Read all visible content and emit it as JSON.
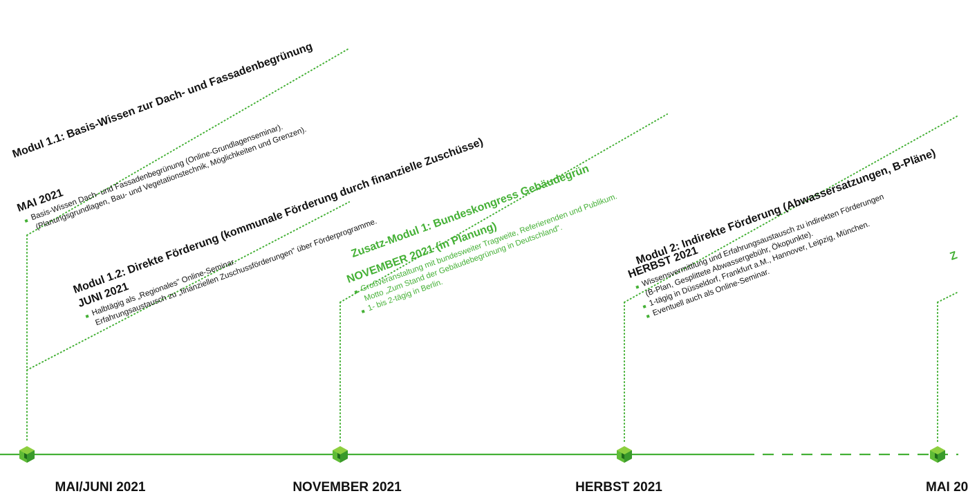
{
  "colors": {
    "accent": "#44b035",
    "text": "#111111"
  },
  "timeline": {
    "labels": [
      "MAI/JUNI 2021",
      "NOVEMBER 2021",
      "HERBST 2021",
      "MAI 20"
    ]
  },
  "modules": {
    "m11": {
      "title": "Modul 1.1: Basis-Wissen zur Dach- und Fassadenbegrünung",
      "date": "MAI 2021",
      "bullets": [
        "Basis-Wissen Dach- und Fassadenbegrünung (Online-Grundlagenseminar).",
        "(Planungsgrundlagen, Bau- und Vegetationstechnik, Möglichkeiten und Grenzen)."
      ]
    },
    "m12": {
      "title": "Modul 1.2:  Direkte Förderung (kommunale Förderung durch finanzielle Zuschüsse)",
      "date": "JUNI 2021",
      "bullets": [
        "Halbtägig als „Regionales\" Online-Seminar.",
        "Erfahrungsaustausch zu „finanziellen Zuschussförderungen\" über Förderprogramme."
      ]
    },
    "z1": {
      "title": "Zusatz-Modul 1: Bundeskongress Gebäudegrün",
      "date": "NOVEMBER 2021 (in Planung)",
      "bullets": [
        "Großveranstaltung mit bundesweiter Tragweite, Referierenden und Publikum.",
        "Motto „Zum Stand der Gebäudebegrünung in Deutschland\".",
        "1- bis 2-tägig in Berlin."
      ]
    },
    "m2": {
      "title": "Modul 2:  Indirekte Förderung (Abwassersatzungen, B-Pläne)",
      "date": "HERBST 2021",
      "bullets": [
        "Wissensvermittlung und Erfahrungsaustausch zu indirekten Förderungen",
        "(B-Plan, Gesplittete Abwassergebühr, Ökopunkte).",
        "1-tägig in Düsseldorf, Frankfurt a.M., Hannover, Leipzig, München.",
        "Eventuell auch als Online-Seminar."
      ]
    },
    "z2": {
      "title": "Z"
    }
  }
}
